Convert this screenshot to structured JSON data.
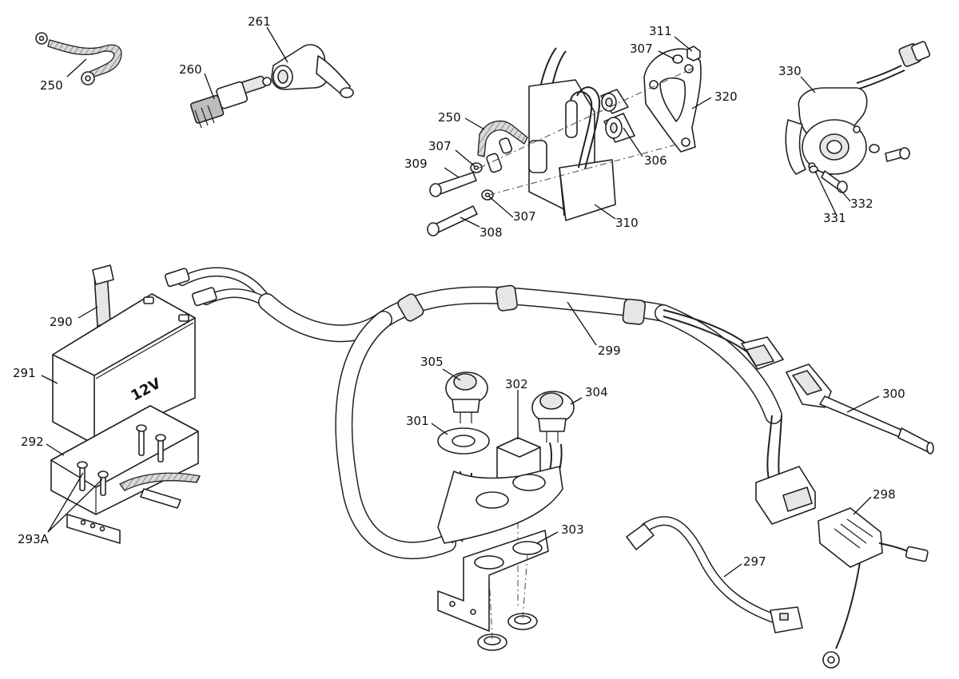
{
  "battery": {
    "voltage_label": "12V"
  },
  "callouts": [
    {
      "id": "c-250a",
      "text": "250"
    },
    {
      "id": "c-260",
      "text": "260"
    },
    {
      "id": "c-261",
      "text": "261"
    },
    {
      "id": "c-311",
      "text": "311"
    },
    {
      "id": "c-307a",
      "text": "307"
    },
    {
      "id": "c-320",
      "text": "320"
    },
    {
      "id": "c-250b",
      "text": "250"
    },
    {
      "id": "c-307b",
      "text": "307"
    },
    {
      "id": "c-309",
      "text": "309"
    },
    {
      "id": "c-306",
      "text": "306"
    },
    {
      "id": "c-307c",
      "text": "307"
    },
    {
      "id": "c-308",
      "text": "308"
    },
    {
      "id": "c-310",
      "text": "310"
    },
    {
      "id": "c-330",
      "text": "330"
    },
    {
      "id": "c-331",
      "text": "331"
    },
    {
      "id": "c-332",
      "text": "332"
    },
    {
      "id": "c-290",
      "text": "290"
    },
    {
      "id": "c-291",
      "text": "291"
    },
    {
      "id": "c-292",
      "text": "292"
    },
    {
      "id": "c-293a",
      "text": "293A"
    },
    {
      "id": "c-299",
      "text": "299"
    },
    {
      "id": "c-305",
      "text": "305"
    },
    {
      "id": "c-302",
      "text": "302"
    },
    {
      "id": "c-304",
      "text": "304"
    },
    {
      "id": "c-301",
      "text": "301"
    },
    {
      "id": "c-300",
      "text": "300"
    },
    {
      "id": "c-298",
      "text": "298"
    },
    {
      "id": "c-303",
      "text": "303"
    },
    {
      "id": "c-297",
      "text": "297"
    }
  ]
}
